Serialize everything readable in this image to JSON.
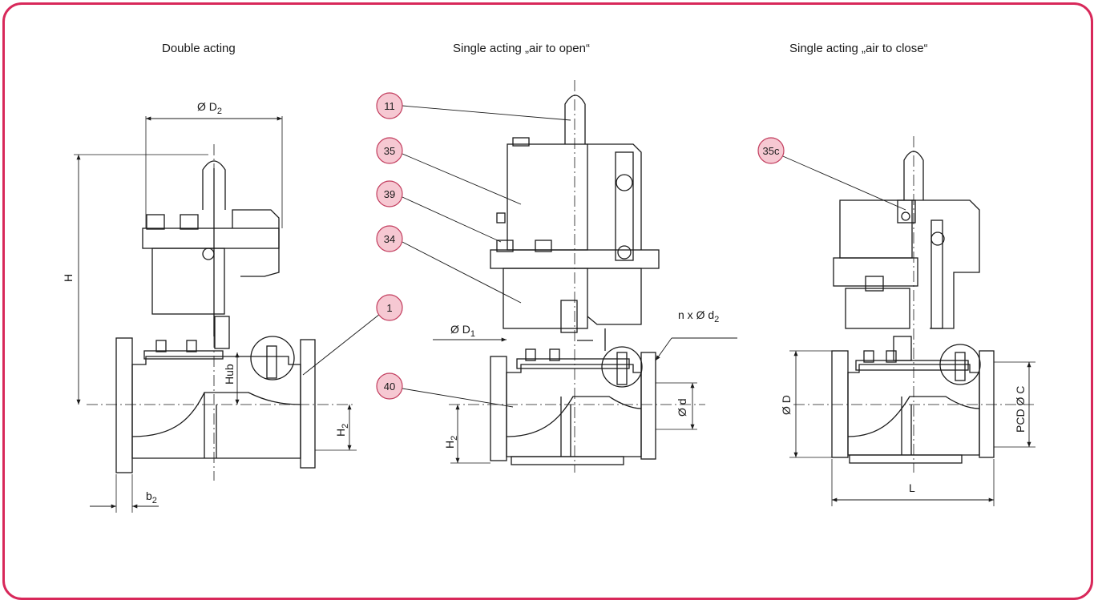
{
  "titles": {
    "double_acting": "Double acting",
    "single_open": "Single acting „air to open“",
    "single_close": "Single acting „air to close“"
  },
  "dimensions": {
    "d2_dia": "Ø D",
    "d2_dia_sub": "2",
    "H": "H",
    "hub": "Hub",
    "H2_left": "H",
    "H2_left_sub": "2",
    "b2": "b",
    "b2_sub": "2",
    "d1_dia": "Ø D",
    "d1_dia_sub": "1",
    "n_holes": "n x Ø d",
    "n_holes_sub": "2",
    "d_bore": "Ø d",
    "H2_mid": "H",
    "H2_mid_sub": "2",
    "D_dia": "Ø D",
    "pcd": "PCD Ø C",
    "L": "L"
  },
  "callouts": [
    "11",
    "35",
    "39",
    "34",
    "40",
    "1",
    "35c"
  ],
  "colors": {
    "frame": "#d8285a",
    "callout_fill": "#f6c8d2",
    "callout_stroke": "#c23d5e",
    "line": "#1a1a1a"
  }
}
